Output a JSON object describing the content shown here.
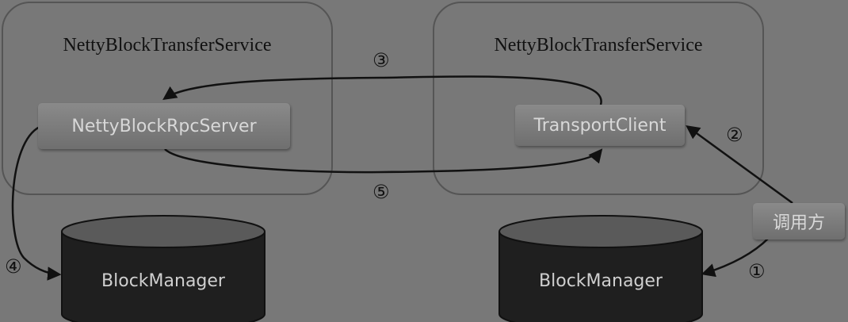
{
  "left_service": {
    "title": "NettyBlockTransferService"
  },
  "right_service": {
    "title": "NettyBlockTransferService"
  },
  "rpc_server": {
    "label": "NettyBlockRpcServer"
  },
  "transport_client": {
    "label": "TransportClient"
  },
  "caller": {
    "label": "调用方"
  },
  "left_storage": {
    "label": "BlockManager"
  },
  "right_storage": {
    "label": "BlockManager"
  },
  "steps": {
    "s1": "①",
    "s2": "②",
    "s3": "③",
    "s4": "④",
    "s5": "⑤"
  }
}
